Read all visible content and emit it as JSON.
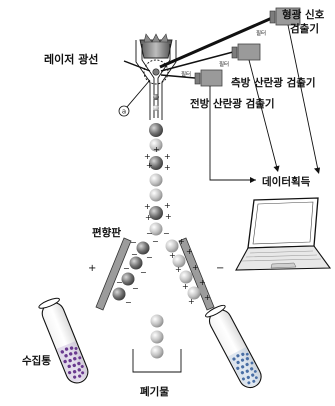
{
  "labels": {
    "laser": "레이저 광선",
    "fluorescence_1": "형광 신호",
    "fluorescence_2": "검출기",
    "side_scatter": "측방 산란광 검출기",
    "forward_scatter": "전방 산란광 검출기",
    "data": "데이터획득",
    "deflector": "편향판",
    "collection": "수집통",
    "waste": "폐기물",
    "filter": "필터",
    "point_a": "a"
  },
  "signs": {
    "plus": "+",
    "minus": "−"
  },
  "colors": {
    "ink": "#111111",
    "detector": "#9a9a9a",
    "plate": "#9c9c9c",
    "dark_cell": "#5c5c5c",
    "light_cell": "#c4c4c4",
    "purple": "#6a3a8f",
    "blue": "#4a6fa5"
  }
}
